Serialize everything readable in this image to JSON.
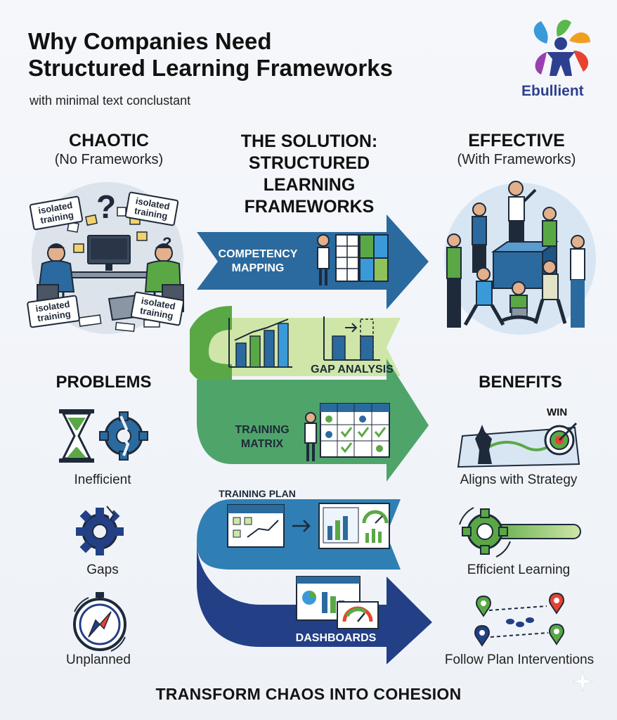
{
  "header": {
    "title_line1": "Why Companies Need",
    "title_line2": "Structured Learning Frameworks",
    "subtitle": "with minimal text conclustant",
    "logo_text": "Ebullient"
  },
  "chaotic": {
    "heading": "CHAOTIC",
    "subheading": "(No Frameworks)",
    "bubbles": [
      "isolated training",
      "isolated training",
      "isolated training",
      "isolated training"
    ]
  },
  "solution": {
    "heading_line1": "THE SOLUTION:",
    "heading_line2": "STRUCTURED",
    "heading_line3": "LEARNING",
    "heading_line4": "FRAMEWORKS",
    "steps": {
      "competency_line1": "COMPETENCY",
      "competency_line2": "MAPPING",
      "gap": "GAP ANALYSIS",
      "matrix_line1": "TRAINING",
      "matrix_line2": "MATRIX",
      "plan": "TRAINING PLAN",
      "dashboards": "DASHBOARDS"
    }
  },
  "effective": {
    "heading": "EFFECTIVE",
    "subheading": "(With Frameworks)"
  },
  "problems": {
    "heading": "PROBLEMS",
    "items": [
      "Inefficient",
      "Gaps",
      "Unplanned"
    ]
  },
  "benefits": {
    "heading": "BENEFITS",
    "win_label": "WIN",
    "items": [
      "Aligns with Strategy",
      "Efficient Learning",
      "Follow Plan Interventions"
    ]
  },
  "footer": "TRANSFORM CHAOS INTO COHESION",
  "colors": {
    "navy": "#1e2a3a",
    "blue": "#2b6a9e",
    "green": "#5aa845",
    "light_green": "#cfe6a8",
    "dark_blue": "#233f86"
  }
}
